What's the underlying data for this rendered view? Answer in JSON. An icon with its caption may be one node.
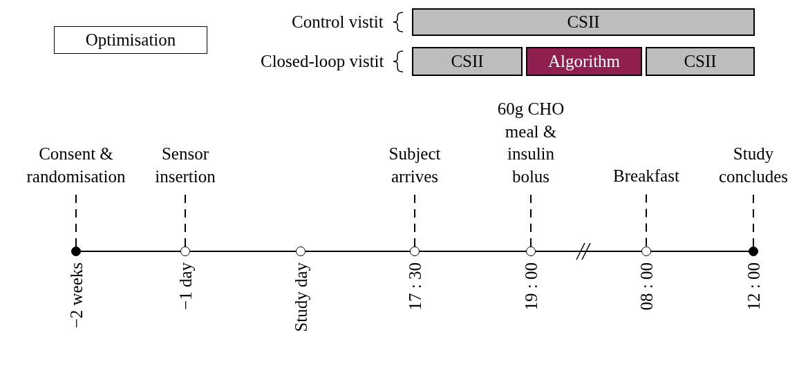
{
  "diagram": {
    "nodes": [
      {
        "text": [
          "Optimisation"
        ]
      },
      {
        "text": [
          "CSII"
        ]
      },
      {
        "text": [
          "CSII"
        ]
      },
      {
        "text": [
          "Algorithm"
        ]
      },
      {
        "text": [
          "CSII"
        ]
      },
      {
        "text": [
          "Consent & randomisation"
        ]
      },
      {
        "text": [
          "Sensor insertion"
        ]
      },
      {
        "text": [
          "Subject arrives"
        ]
      },
      {
        "text": [
          "60g CHO meal & insulin bolus"
        ]
      },
      {
        "text": [
          "Breakfast"
        ]
      },
      {
        "text": [
          "Study concludes"
        ]
      },
      {
        "text": [],
        "shape": "circle",
        "beside": [
          "−2 weeks"
        ]
      },
      {
        "text": [],
        "shape": "circle",
        "beside": [
          "−1 day"
        ]
      },
      {
        "text": [],
        "shape": "circle",
        "beside": [
          "Study day"
        ]
      },
      {
        "text": [],
        "shape": "circle",
        "beside": [
          "17 : 30"
        ]
      },
      {
        "text": [],
        "shape": "circle",
        "beside": [
          "19 : 00"
        ]
      },
      {
        "text": [],
        "shape": "circle",
        "beside": [
          "08 : 00"
        ]
      },
      {
        "text": [],
        "shape": "circle",
        "beside": [
          "12 : 00"
        ]
      }
    ],
    "edges": [
      {
        "from": 5,
        "to": 11,
        "arrow": "none",
        "style": "dashed"
      },
      {
        "from": 6,
        "to": 12,
        "arrow": "none",
        "style": "dashed"
      },
      {
        "from": 7,
        "to": 14,
        "arrow": "none",
        "style": "dashed"
      },
      {
        "from": 8,
        "to": 15,
        "arrow": "none",
        "style": "dashed"
      },
      {
        "from": 9,
        "to": 16,
        "arrow": "none",
        "style": "dashed"
      },
      {
        "from": 10,
        "to": 17,
        "arrow": "none",
        "style": "dashed"
      },
      {
        "from": 11,
        "to": 12,
        "arrow": "none"
      },
      {
        "from": 12,
        "to": 13,
        "arrow": "none"
      },
      {
        "from": 13,
        "to": 14,
        "arrow": "none"
      },
      {
        "from": 14,
        "to": 15,
        "arrow": "none"
      },
      {
        "from": 15,
        "to": 16,
        "arrow": "none"
      },
      {
        "from": 16,
        "to": 17,
        "arrow": "none"
      }
    ],
    "labels": [
      "Control vistit",
      "Closed-loop vistit"
    ]
  }
}
